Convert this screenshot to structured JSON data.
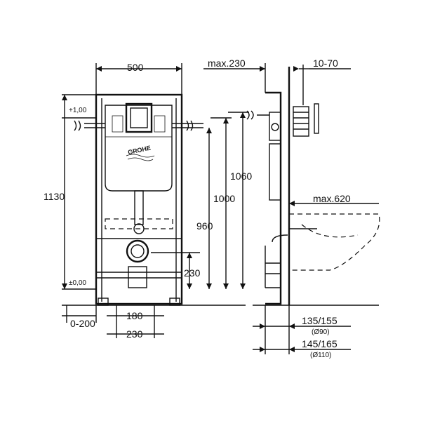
{
  "dimensions": {
    "width_500": "500",
    "max_230": "max.230",
    "range_10_70": "10-70",
    "plus_100": "+1,00",
    "height_1130": "1130",
    "height_1060": "1060",
    "height_1000": "1000",
    "height_960": "960",
    "max_620": "max.620",
    "height_230": "230",
    "zero_00": "±0,00",
    "range_0_200": "0-200",
    "width_180": "180",
    "width_230": "230",
    "range_135_155": "135/155",
    "dia_90": "(Ø90)",
    "range_145_165": "145/165",
    "dia_110": "(Ø110)"
  },
  "logo": {
    "text": "GROHE"
  }
}
